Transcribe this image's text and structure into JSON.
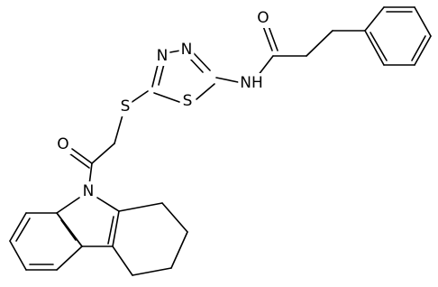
{
  "structure": {
    "atoms": {
      "o_amide": "O",
      "n_thiadiazole_left": "N",
      "n_thiadiazole_right": "N",
      "nh_amide": "NH",
      "s_ring": "S",
      "s_thioether": "S",
      "o_ketone": "O",
      "n_carbazole": "N"
    }
  },
  "colors": {
    "bond": "#000000",
    "label": "#000000",
    "background": "#ffffff"
  }
}
